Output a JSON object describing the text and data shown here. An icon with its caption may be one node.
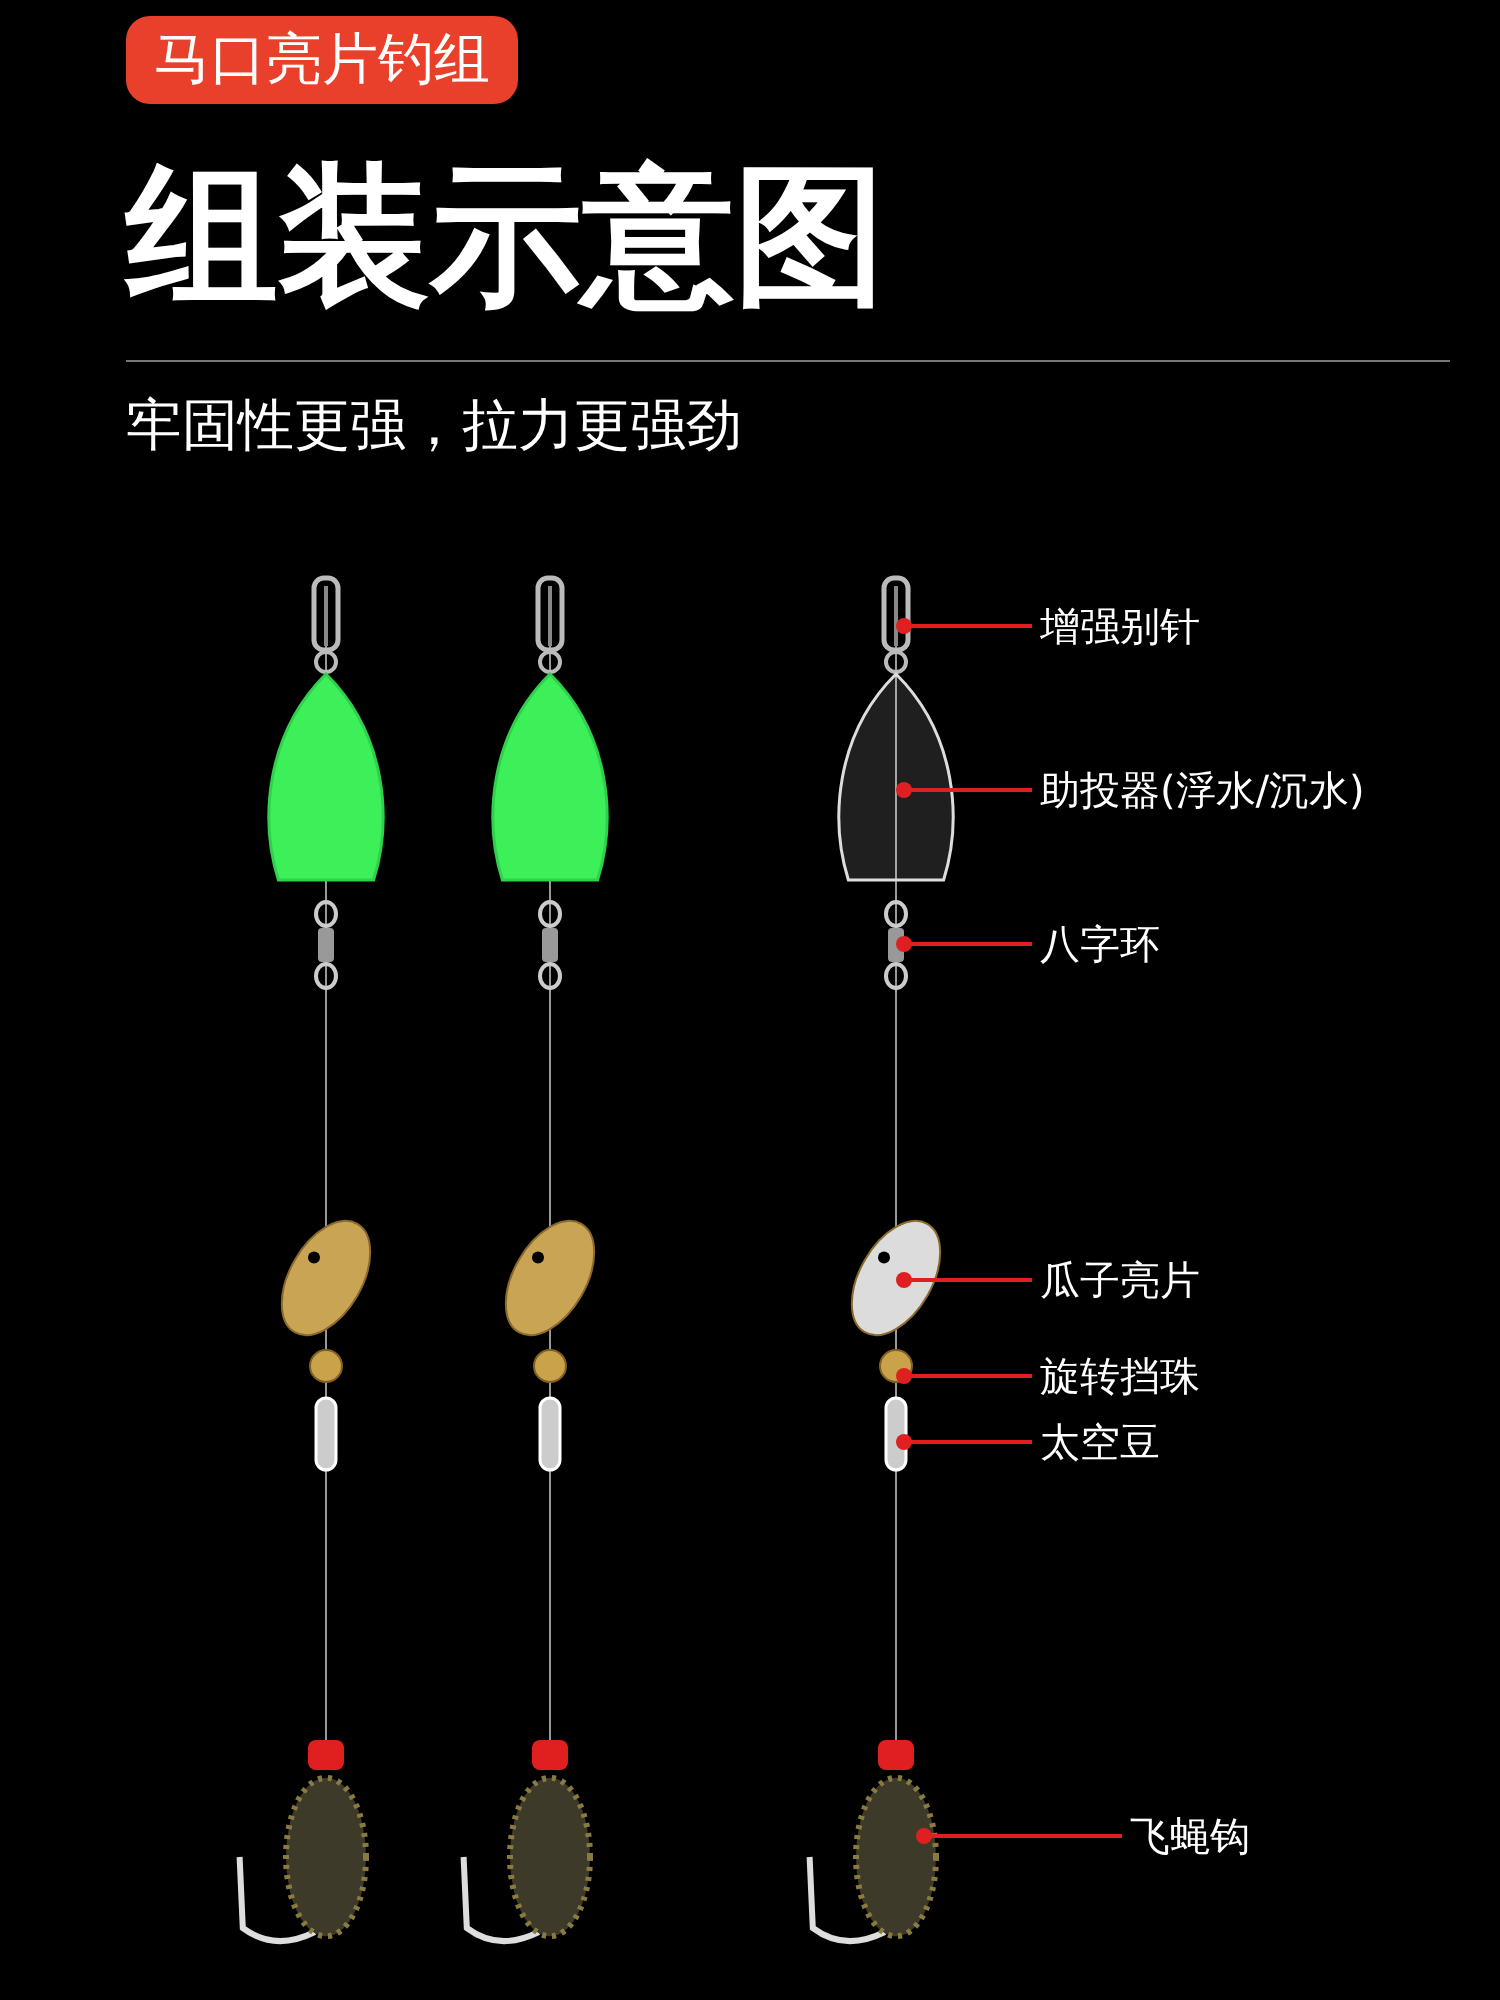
{
  "diagram": {
    "title": "组装示意图",
    "nodes": [
      {
        "text": [
          "马口亮片钓组"
        ]
      },
      {
        "text": [
          "增强别针"
        ]
      },
      {
        "text": [
          "助投器(浮水/沉水)"
        ]
      },
      {
        "text": [
          "八字环"
        ]
      },
      {
        "text": [
          "瓜子亮片"
        ]
      },
      {
        "text": [
          "旋转挡珠"
        ]
      },
      {
        "text": [
          "太空豆"
        ]
      },
      {
        "text": [
          "飞蝇钩"
        ]
      }
    ],
    "edges": [
      {
        "from": 1,
        "to": null,
        "arrow": "other"
      },
      {
        "from": 2,
        "to": null,
        "arrow": "other"
      },
      {
        "from": 3,
        "to": null,
        "arrow": "other"
      },
      {
        "from": 4,
        "to": null,
        "arrow": "other"
      },
      {
        "from": 5,
        "to": null,
        "arrow": "other"
      },
      {
        "from": 6,
        "to": null,
        "arrow": "other"
      },
      {
        "from": 7,
        "to": null,
        "arrow": "other"
      }
    ],
    "labels": [
      "牢固性更强，拉力更强劲"
    ]
  }
}
